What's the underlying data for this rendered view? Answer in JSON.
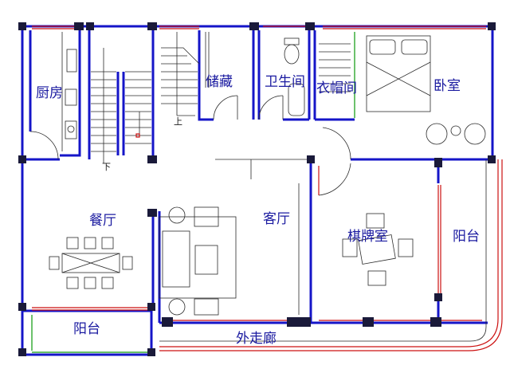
{
  "rooms": {
    "kitchen": "厨房",
    "storage": "储藏",
    "bathroom": "卫生间",
    "closet": "衣帽间",
    "bedroom": "卧室",
    "dining": "餐厅",
    "living": "客厅",
    "chess_room": "棋牌室",
    "balcony_right": "阳台",
    "balcony_bottom": "阳台",
    "corridor": "外走廊"
  },
  "stairs": {
    "up": "上",
    "down": "下"
  },
  "colors": {
    "wall": "#1515c8",
    "window": "#cc1111",
    "glass": "#0a9a0a",
    "column": "#1a1a3a",
    "label": "#1a1aa0"
  }
}
